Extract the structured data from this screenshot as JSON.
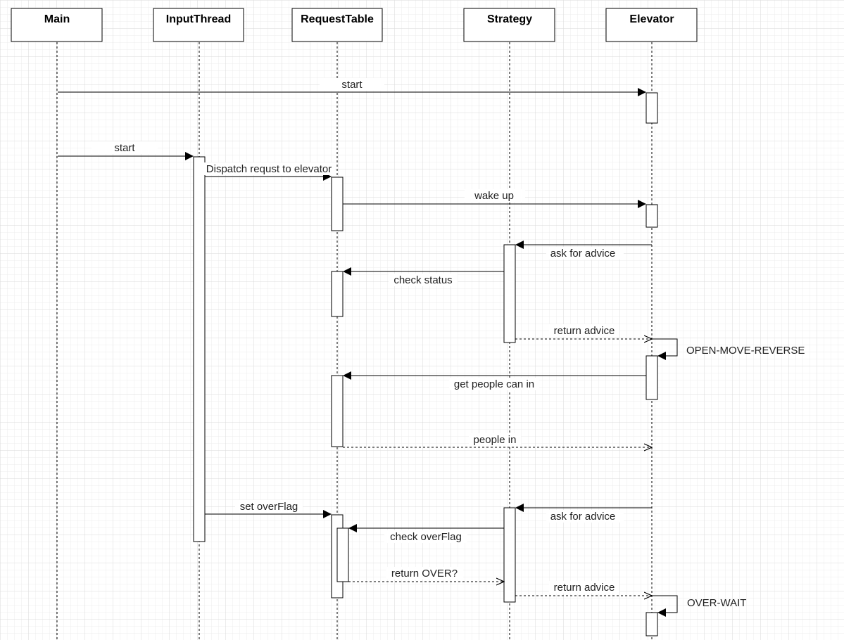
{
  "diagram": {
    "type": "sequence",
    "participants": [
      {
        "id": "main",
        "label": "Main"
      },
      {
        "id": "input",
        "label": "InputThread"
      },
      {
        "id": "req",
        "label": "RequestTable"
      },
      {
        "id": "strat",
        "label": "Strategy"
      },
      {
        "id": "elev",
        "label": "Elevator"
      }
    ],
    "messages": [
      {
        "from": "main",
        "to": "elev",
        "label": "start",
        "style": "sync"
      },
      {
        "from": "main",
        "to": "input",
        "label": "start",
        "style": "sync"
      },
      {
        "from": "input",
        "to": "req",
        "label": "Dispatch requst to elevator",
        "style": "sync"
      },
      {
        "from": "req",
        "to": "elev",
        "label": "wake up",
        "style": "sync"
      },
      {
        "from": "elev",
        "to": "strat",
        "label": "ask for advice",
        "style": "sync"
      },
      {
        "from": "strat",
        "to": "req",
        "label": "check status",
        "style": "sync"
      },
      {
        "from": "strat",
        "to": "elev",
        "label": "return advice",
        "style": "return"
      },
      {
        "from": "elev",
        "to": "elev",
        "label": "OPEN-MOVE-REVERSE",
        "style": "self"
      },
      {
        "from": "elev",
        "to": "req",
        "label": "get people can in",
        "style": "sync"
      },
      {
        "from": "req",
        "to": "elev",
        "label": "people in",
        "style": "return"
      },
      {
        "from": "input",
        "to": "req",
        "label": "set overFlag",
        "style": "sync"
      },
      {
        "from": "elev",
        "to": "strat",
        "label": "ask for advice",
        "style": "sync"
      },
      {
        "from": "strat",
        "to": "req",
        "label": "check overFlag",
        "style": "sync"
      },
      {
        "from": "req",
        "to": "strat",
        "label": "return OVER?",
        "style": "return"
      },
      {
        "from": "strat",
        "to": "elev",
        "label": "return advice",
        "style": "return"
      },
      {
        "from": "elev",
        "to": "elev",
        "label": "OVER-WAIT",
        "style": "self"
      }
    ]
  }
}
